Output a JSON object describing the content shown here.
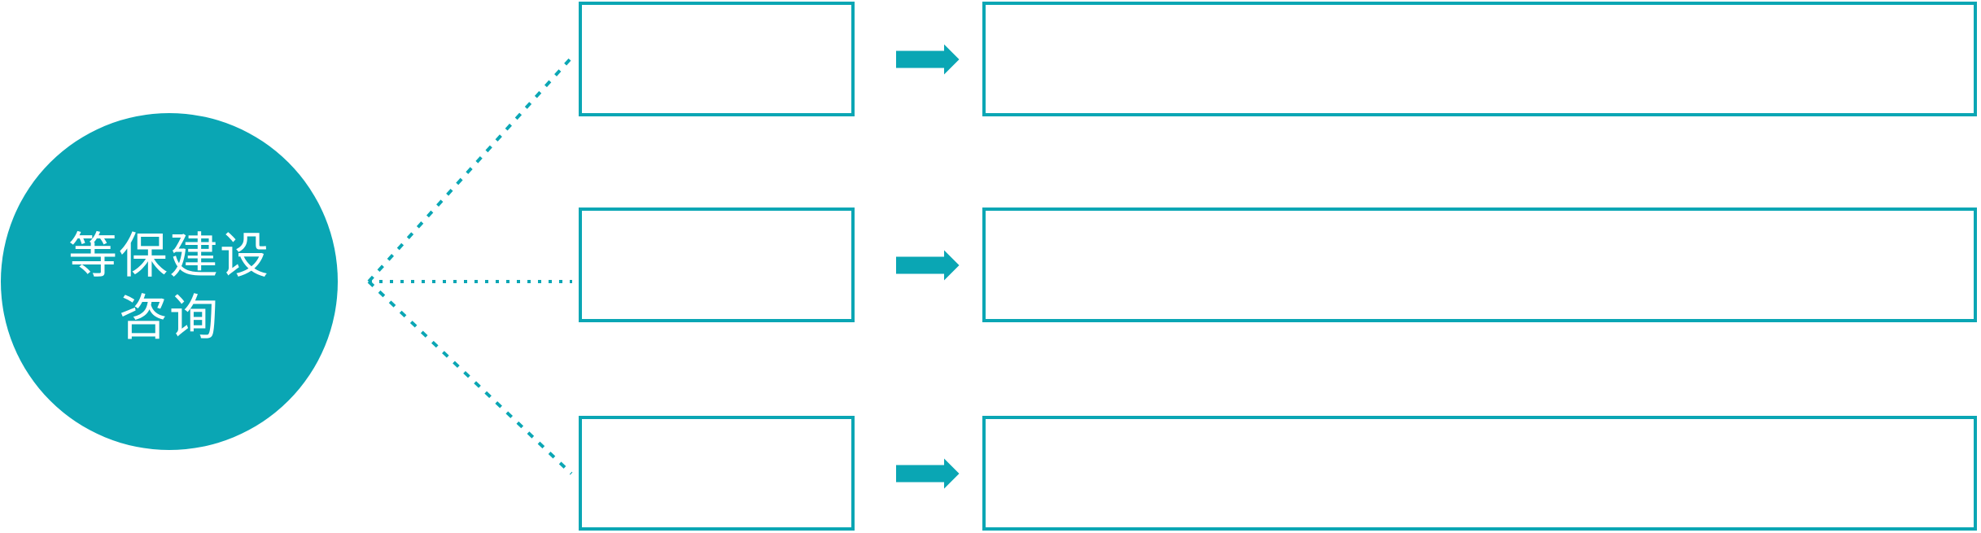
{
  "diagram": {
    "root": {
      "label": "等保建设咨询",
      "line1": "等保建设",
      "line2": "咨询"
    },
    "branches": [
      {
        "source_label": "",
        "target_label": ""
      },
      {
        "source_label": "",
        "target_label": ""
      },
      {
        "source_label": "",
        "target_label": ""
      }
    ],
    "icons": {
      "arrow": "right-block-arrow-icon",
      "connector": "dotted-fan-connector"
    },
    "colors": {
      "accent": "#0AA6B4",
      "box_fill": "#FFFFFF",
      "root_text": "#FFFFFF"
    }
  }
}
